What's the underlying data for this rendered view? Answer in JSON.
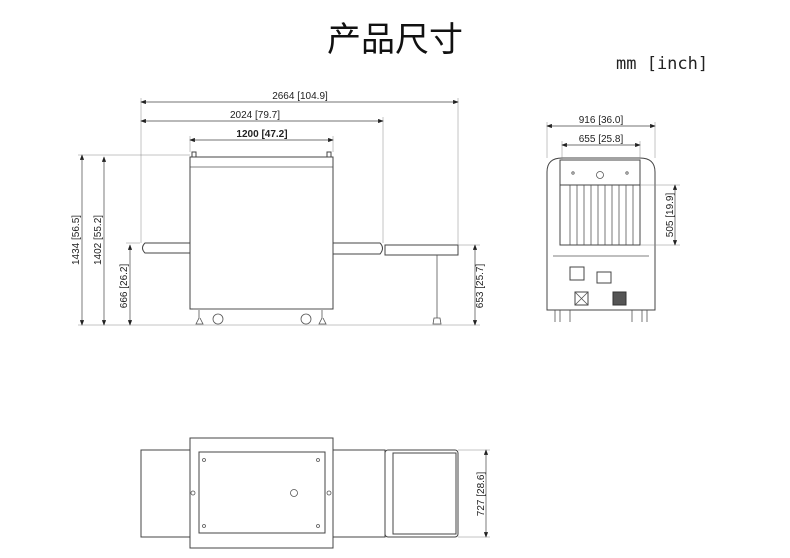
{
  "title": "产品尺寸",
  "units": "mm [inch]",
  "side_view": {
    "overall_length": "2664 [104.9]",
    "conveyor_length": "2024 [79.7]",
    "body_length": "1200 [47.2]",
    "overall_height": "1434 [56.5]",
    "body_height": "1402 [55.2]",
    "conveyor_height_left": "666 [26.2]",
    "conveyor_height_right": "653 [25.7]"
  },
  "front_view": {
    "overall_width": "916 [36.0]",
    "tunnel_width": "655 [25.8]",
    "tunnel_height": "505 [19.9]"
  },
  "top_view": {
    "conveyor_width": "727 [28.6]"
  }
}
